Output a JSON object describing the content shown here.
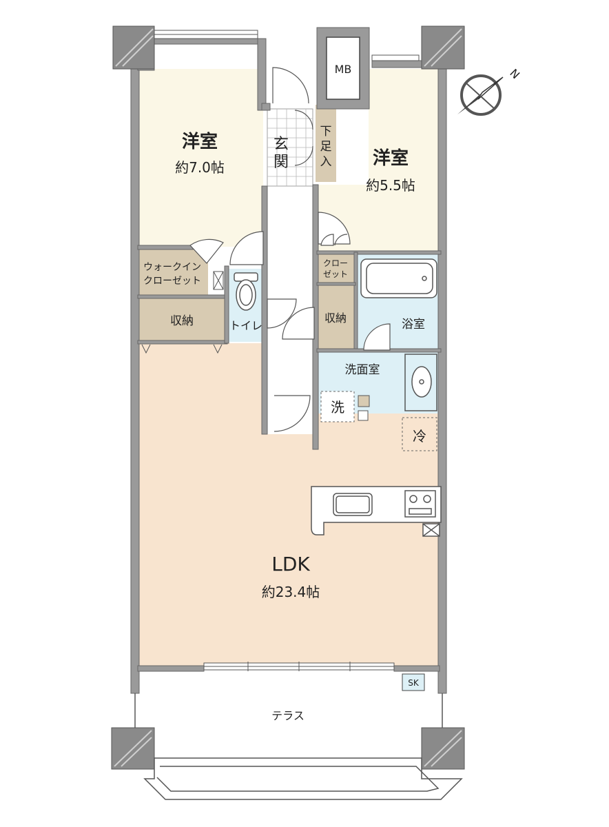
{
  "colors": {
    "wall": "#9a9a9a",
    "wall_dark": "#8a8a8a",
    "western_room": "#fbf7e6",
    "ldk": "#f8e4cf",
    "storage": "#d8cbb2",
    "water": "#ddf0f6",
    "entrance": "#ffffff",
    "outline": "#555555"
  },
  "compass": {
    "label": "N",
    "icon": "north-arrow-icon"
  },
  "rooms": {
    "western_a": {
      "name": "洋室",
      "area": "約7.0帖"
    },
    "western_b": {
      "name": "洋室",
      "area": "約5.5帖"
    },
    "ldk": {
      "name": "LDK",
      "area": "約23.4帖"
    },
    "entrance": {
      "name_top": "玄",
      "name_bottom": "関"
    },
    "shoe": {
      "c1": "下",
      "c2": "足",
      "c3": "入"
    },
    "walk_in": {
      "line1": "ウォークイン",
      "line2": "クローゼット"
    },
    "storage_left": "収納",
    "storage_mid": "収納",
    "toilet": "トイレ",
    "closet": {
      "line1": "クロー",
      "line2": "ゼット"
    },
    "bath": "浴室",
    "washroom": "洗面室",
    "washer": "洗",
    "fridge": "冷",
    "mb": "MB",
    "sk": "SK",
    "terrace": "テラス"
  }
}
